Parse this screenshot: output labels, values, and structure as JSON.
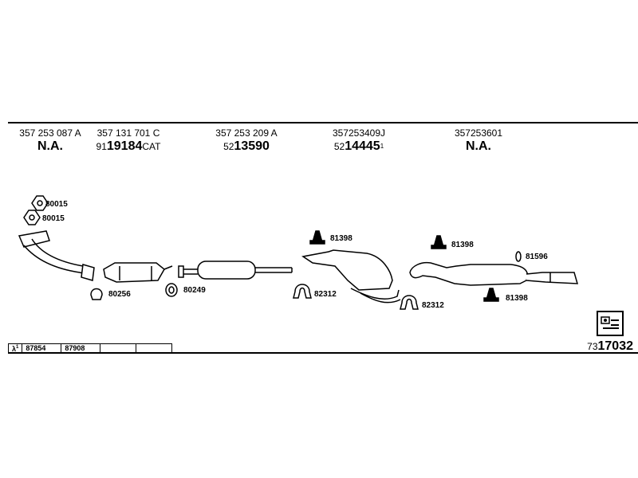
{
  "header": {
    "columns": [
      {
        "oe": "357 253 087 A",
        "prefix": "",
        "code": "N.A.",
        "suffix": ""
      },
      {
        "oe": "357 131 701 C",
        "prefix": "91",
        "code": "19184",
        "suffix": "CAT"
      },
      {
        "oe": "357 253 209 A",
        "prefix": "52",
        "code": "13590",
        "suffix": ""
      },
      {
        "oe": "357253409J",
        "prefix": "52",
        "code": "14445",
        "sup": "1"
      },
      {
        "oe": "357253601",
        "prefix": "",
        "code": "N.A.",
        "suffix": ""
      }
    ]
  },
  "part_labels": {
    "gasket_top": "80015",
    "gasket_second": "80015",
    "clamp_front": "80256",
    "ring_center": "80249",
    "hanger_mid": "81398",
    "clamp_mid": "82312",
    "clamp_rear_mid": "82312",
    "hanger_rear": "81398",
    "rubber_ring": "81596",
    "hanger_rear_low": "81398"
  },
  "lambda": {
    "symbol": "λ",
    "sup": "1",
    "values": [
      "87854",
      "87908"
    ]
  },
  "article": {
    "prefix": "73",
    "code": "17032"
  }
}
